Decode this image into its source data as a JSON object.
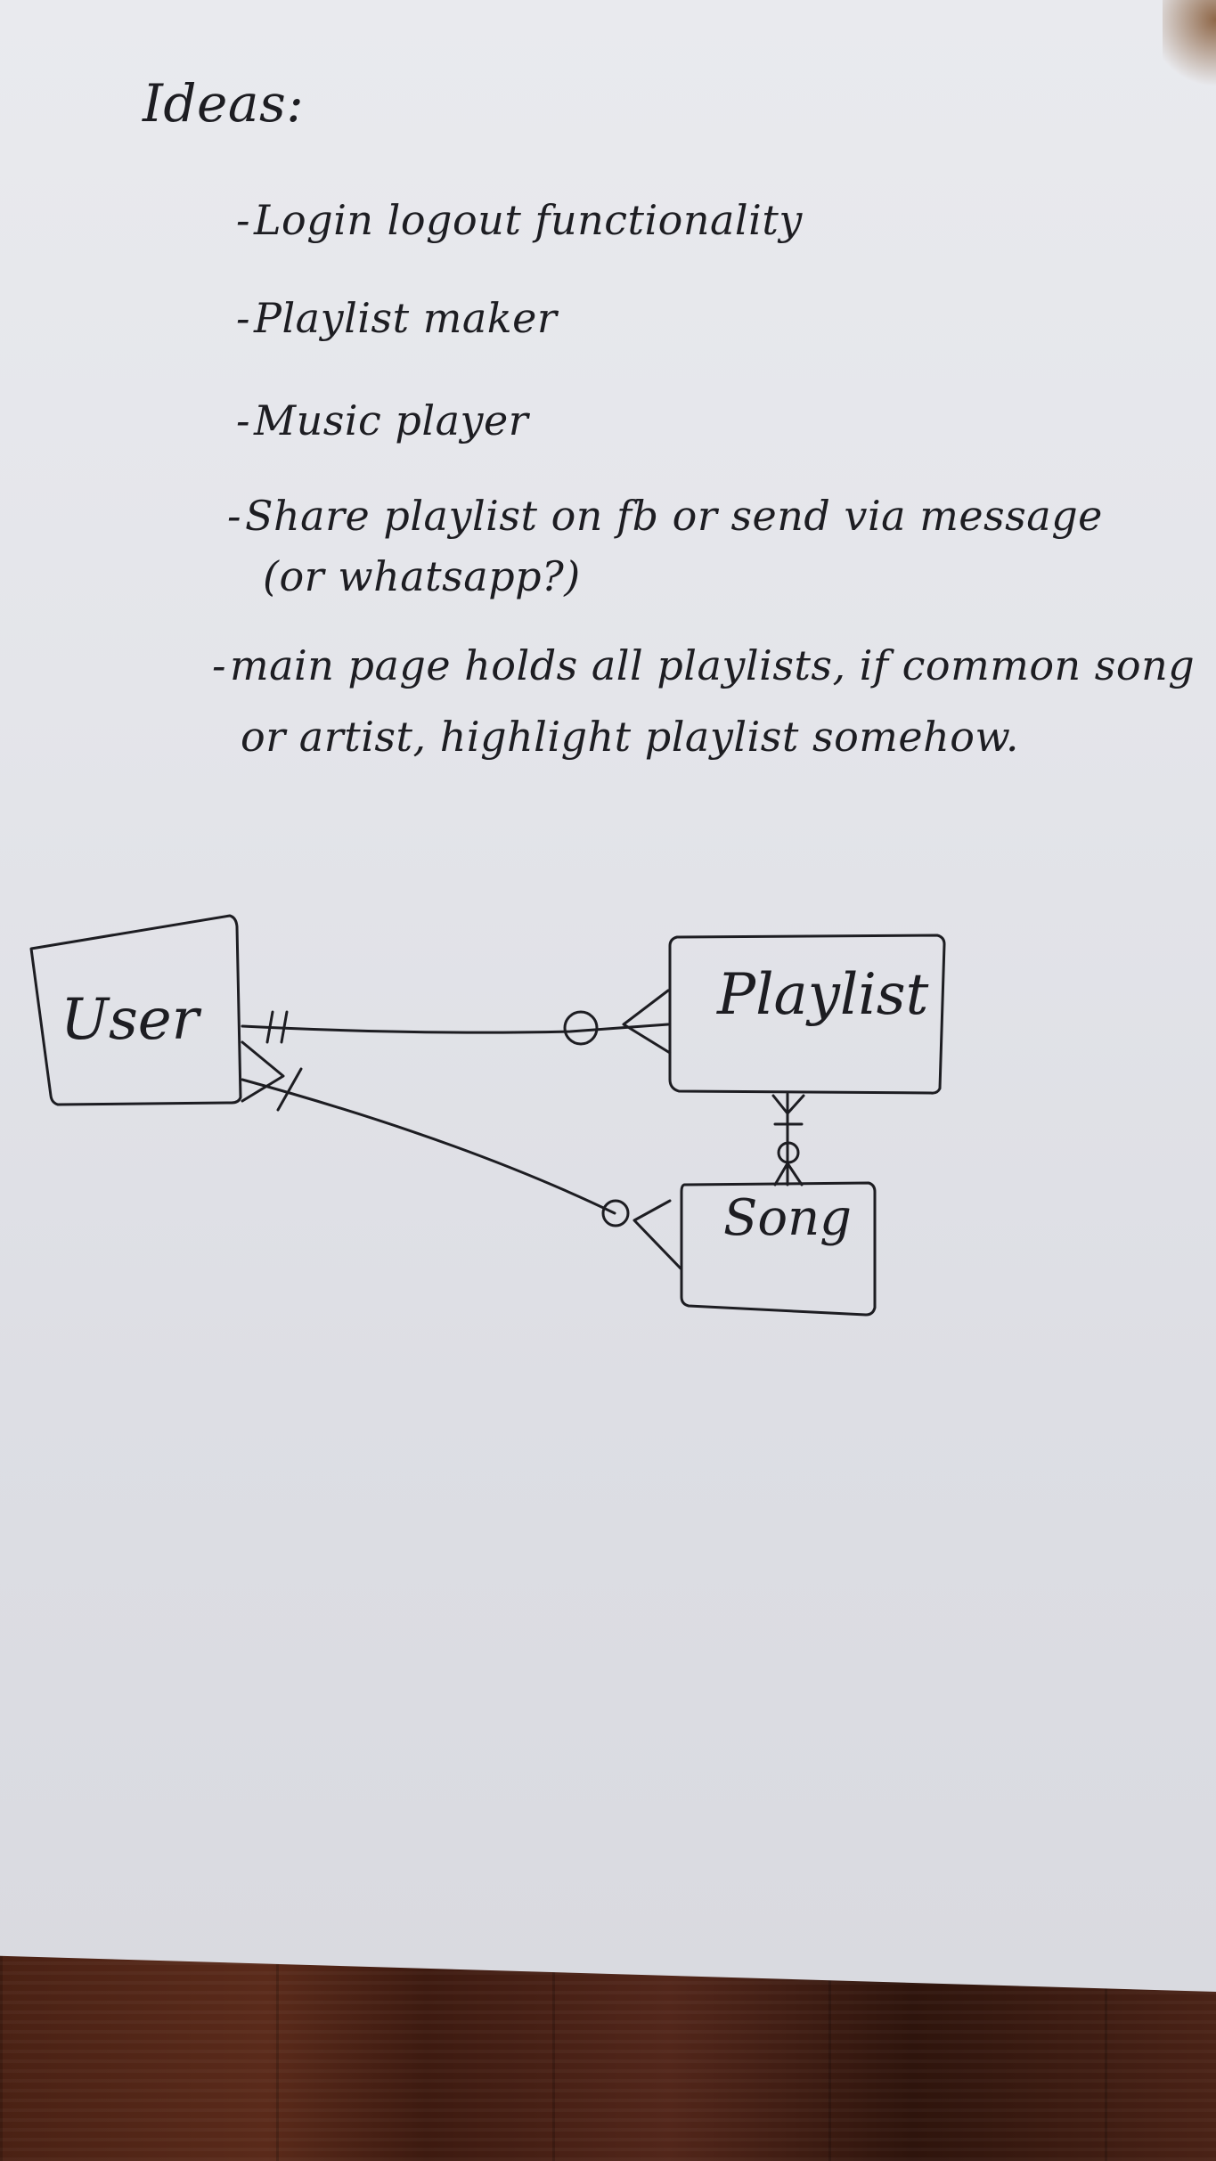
{
  "notes": {
    "title": "Ideas:",
    "items": [
      "Login logout functionality",
      "Playlist maker",
      "Music player",
      "Share playlist on fb or send via message",
      "(or whatsapp?)",
      "main page holds all playlists, if common song",
      "or artist, highlight playlist somehow."
    ]
  },
  "diagram": {
    "entities": [
      "User",
      "Playlist",
      "Song"
    ],
    "relationships": [
      {
        "from": "User",
        "to": "Playlist",
        "from_cardinality": "one and only one",
        "to_cardinality": "zero or many"
      },
      {
        "from": "User",
        "to": "Song",
        "from_cardinality": "one or many",
        "to_cardinality": "zero or many"
      },
      {
        "from": "Playlist",
        "to": "Song",
        "from_cardinality": "one or many",
        "to_cardinality": "zero or many"
      }
    ],
    "ink_color": "#1d1d22"
  }
}
